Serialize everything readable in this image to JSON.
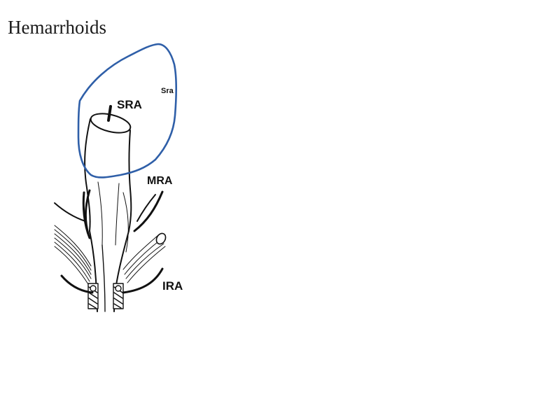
{
  "page": {
    "title": "Hemarrhoids"
  },
  "diagram": {
    "labels": {
      "sra": "SRA",
      "mra": "MRA",
      "ira": "IRA"
    },
    "annotation": {
      "text": "Sra",
      "color": "#2f5fa8"
    },
    "line_color": "#111111"
  }
}
